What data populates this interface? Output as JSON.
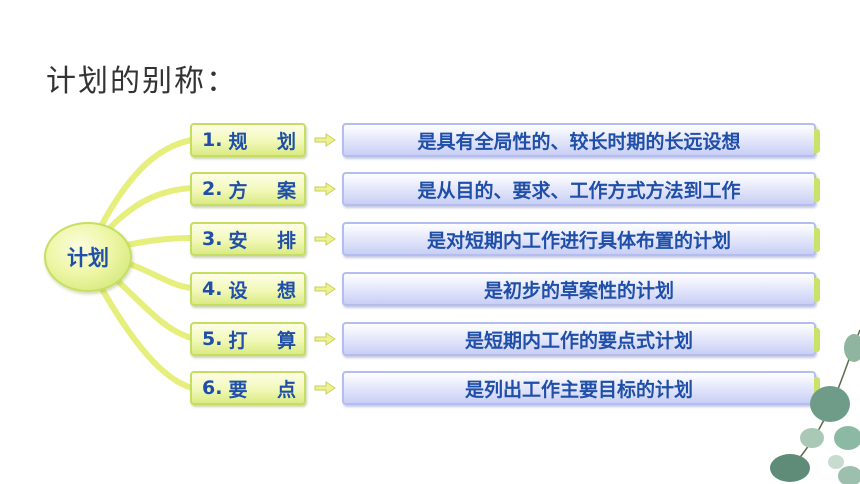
{
  "title": "计划的别称：",
  "center": "计划",
  "items": [
    {
      "num": "1.",
      "chars": [
        "规",
        "划"
      ],
      "desc": "是具有全局性的、较长时期的长远设想"
    },
    {
      "num": "2.",
      "chars": [
        "方",
        "案"
      ],
      "desc": "是从目的、要求、工作方式方法到工作"
    },
    {
      "num": "3.",
      "chars": [
        "安",
        "排"
      ],
      "desc": "是对短期内工作进行具体布置的计划"
    },
    {
      "num": "4.",
      "chars": [
        "设",
        "想"
      ],
      "desc": "是初步的草案性的计划"
    },
    {
      "num": "5.",
      "chars": [
        "打",
        "算"
      ],
      "desc": "是短期内工作的要点式计划"
    },
    {
      "num": "6.",
      "chars": [
        "要",
        "点"
      ],
      "desc": "是列出工作主要目标的计划"
    }
  ],
  "colors": {
    "term_fill": "#f1f8b8",
    "term_text": "#1f4fa8",
    "desc_fill": "#e6e9fb",
    "arrow": "#e3e98a",
    "connector": "#e6ef7c"
  },
  "icons": {
    "arrow": "right-arrow-icon",
    "decor": "eucalyptus-leaves"
  }
}
